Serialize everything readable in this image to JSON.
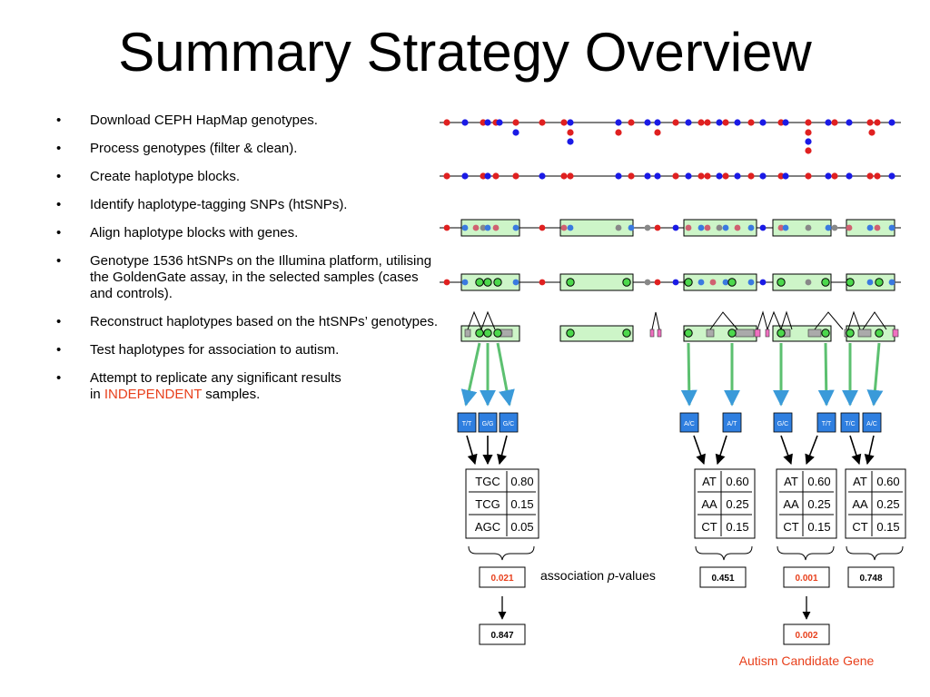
{
  "title": "Summary Strategy Overview",
  "bullets": [
    "Download CEPH HapMap genotypes.",
    "Process genotypes (filter & clean).",
    "Create haplotype blocks.",
    "Identify haplotype-tagging SNPs (htSNPs).",
    "Align haplotype blocks with genes.",
    "Genotype 1536 htSNPs on the Illumina platform, utilising the GoldenGate assay, in the selected samples (cases and controls).",
    "Reconstruct haplotypes based on the htSNPs’ genotypes."
  ],
  "bullet_test": "Test haplotypes for association to autism.",
  "bullet_replicate": {
    "line1": "Attempt to replicate any significant results",
    "prefix": "in ",
    "highlight": "INDEPENDENT",
    "suffix": " samples."
  },
  "colors": {
    "allele_red": "#e02020",
    "allele_blue": "#1a1ae6",
    "block_fill": "#cdf5c8",
    "tag_box": "#2f7fe0",
    "highlight_red": "#e8401c"
  },
  "snp_labels": [
    "T/T",
    "G/G",
    "G/C",
    "A/C",
    "A/T",
    "G/C",
    "T/T",
    "T/C",
    "A/C"
  ],
  "haplotype_tables": [
    {
      "rows": [
        [
          "TGC",
          "0.80"
        ],
        [
          "TCG",
          "0.15"
        ],
        [
          "AGC",
          "0.05"
        ]
      ]
    },
    {
      "rows": [
        [
          "AT",
          "0.60"
        ],
        [
          "AA",
          "0.25"
        ],
        [
          "CT",
          "0.15"
        ]
      ]
    },
    {
      "rows": [
        [
          "AT",
          "0.60"
        ],
        [
          "AA",
          "0.25"
        ],
        [
          "CT",
          "0.15"
        ]
      ]
    },
    {
      "rows": [
        [
          "AT",
          "0.60"
        ],
        [
          "AA",
          "0.25"
        ],
        [
          "CT",
          "0.15"
        ]
      ]
    }
  ],
  "p_values": [
    "0.021",
    "0.451",
    "0.001",
    "0.748"
  ],
  "p_label_prefix": "association ",
  "p_label_italic": "p",
  "p_label_suffix": "-values",
  "replication_values": [
    "0.847",
    "0.002"
  ],
  "candidate_label": "Autism Candidate Gene"
}
